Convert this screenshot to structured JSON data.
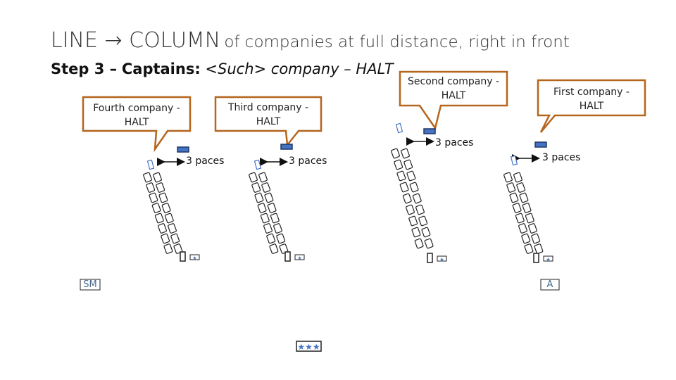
{
  "title": {
    "main": "LINE → COLUMN",
    "sub": "of companies at full distance, right in front"
  },
  "step": {
    "label": "Step 3 –",
    "role": "Captains:",
    "command": "<Such> company – HALT"
  },
  "callouts": [
    {
      "line1": "Fourth company -",
      "line2": "HALT"
    },
    {
      "line1": "Third company -",
      "line2": "HALT"
    },
    {
      "line1": "Second company -",
      "line2": "HALT"
    },
    {
      "line1": "First company -",
      "line2": "HALT"
    }
  ],
  "paces_label": "3 paces",
  "markers": {
    "sm": "SM",
    "a": "A"
  },
  "colors": {
    "callout_border": "#b5651d",
    "captain_fill": "#4472c4",
    "captain_border": "#1f3864",
    "soldier_stroke": "#222222",
    "marker_text": "#4a6a8a"
  }
}
